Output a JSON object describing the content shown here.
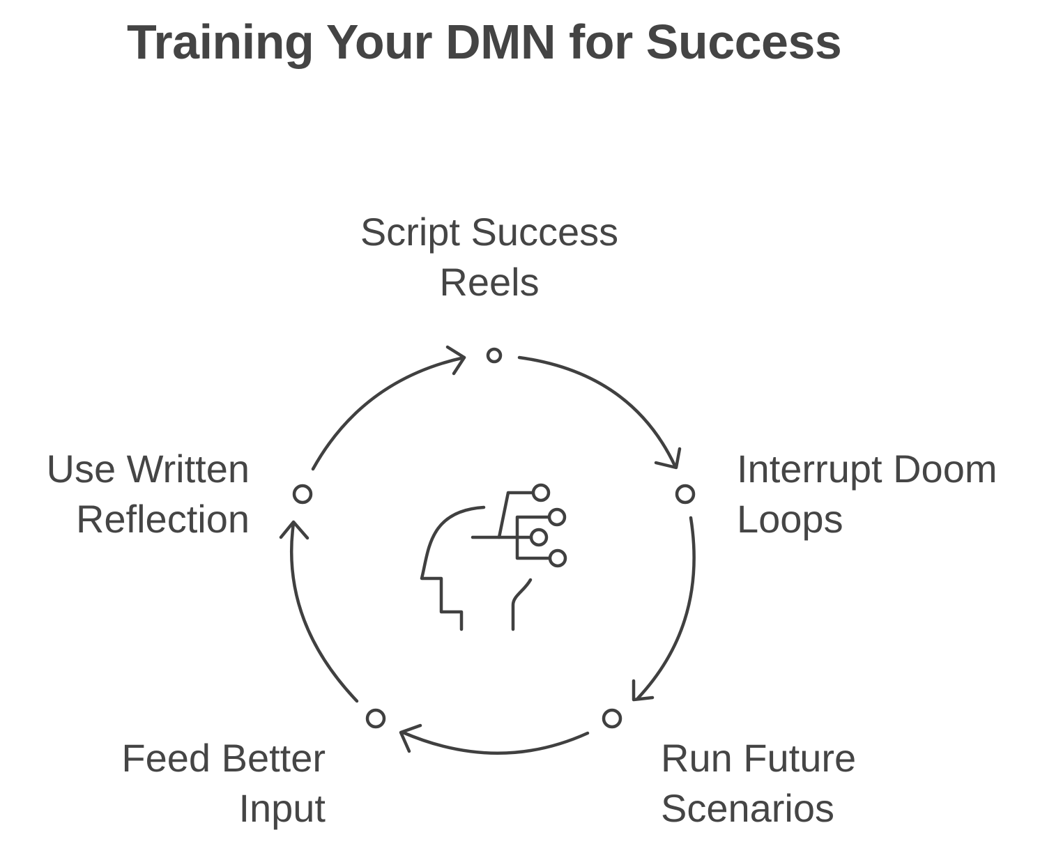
{
  "title": "Training Your DMN for Success",
  "steps": [
    {
      "line1": "Script Success",
      "line2": "Reels"
    },
    {
      "line1": "Interrupt Doom",
      "line2": "Loops"
    },
    {
      "line1": "Run Future",
      "line2": "Scenarios"
    },
    {
      "line1": "Feed Better",
      "line2": "Input"
    },
    {
      "line1": "Use Written",
      "line2": "Reflection"
    }
  ],
  "colors": {
    "stroke": "#404040",
    "text": "#454545",
    "background": "#ffffff"
  },
  "center_icon": "head-circuit-icon"
}
